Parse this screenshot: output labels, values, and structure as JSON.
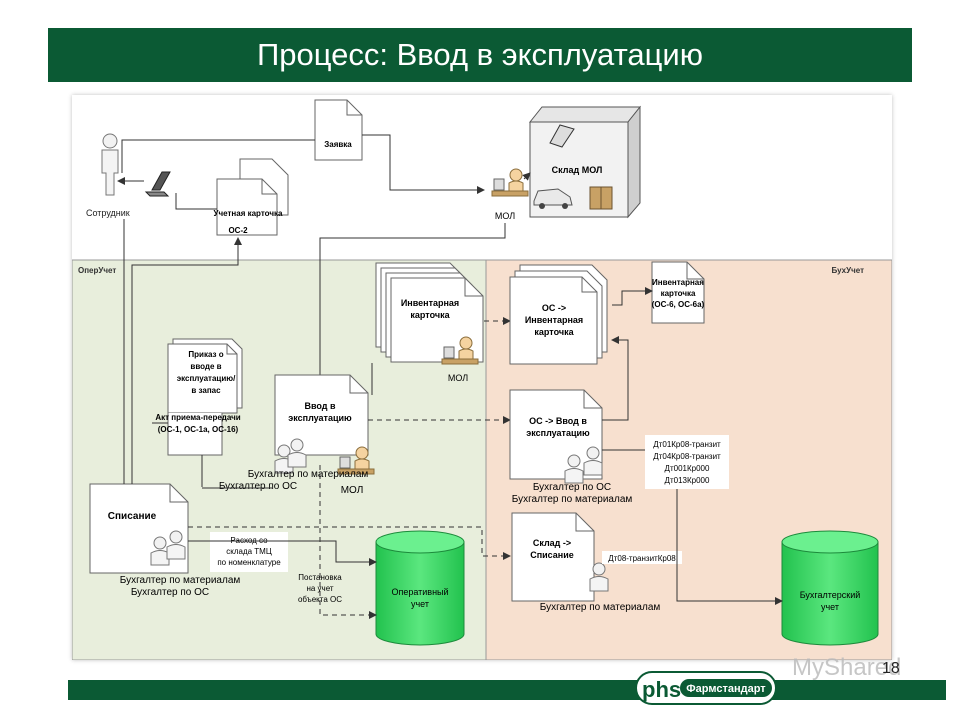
{
  "title": "Процесс: Ввод в эксплуатацию",
  "page_number": "18",
  "watermark": "MyShared",
  "logo_text": "Фармстандарт",
  "logo_mark": "phs",
  "colors": {
    "brand_green": "#0b5a34",
    "oper_zone": "#e8eedc",
    "buh_zone": "#f7e0cf",
    "db_green": "#2fd35c"
  },
  "zones": {
    "oper": "ОперУчет",
    "buh": "БухУчет"
  },
  "top": {
    "employee": "Сотрудник",
    "request": "Заявка",
    "account_card": "Учетная карточка",
    "os2": "ОС-2",
    "warehouse": "Склад МОЛ",
    "mol": "МОЛ"
  },
  "oper": {
    "inventory_card": [
      "Инвентарная",
      "карточка"
    ],
    "mol_inv": "МОЛ",
    "order": [
      "Приказ о",
      "вводе в",
      "эксплуатацию/",
      "в запас"
    ],
    "act": [
      "Акт приема-передачи",
      "(ОС-1, ОС-1а, ОС-16)"
    ],
    "commissioning": [
      "Ввод в",
      "эксплуатацию"
    ],
    "comm_roles": [
      "Бухгалтер по материалам",
      "Бухгалтер по ОС"
    ],
    "comm_mol": "МОЛ",
    "writeoff": "Списание",
    "writeoff_roles": [
      "Бухгалтер по материалам",
      "Бухгалтер по ОС"
    ],
    "expense_note": [
      "Расход со",
      "склада ТМЦ",
      "по номенклатуре"
    ],
    "register_note": [
      "Постановка",
      "на учет",
      "объекта ОС"
    ],
    "db": [
      "Оперативный",
      "учет"
    ]
  },
  "buh": {
    "inv_card_forms": [
      "Инвентарная",
      "карточка",
      "(ОС-6, ОС-6а)"
    ],
    "os_inventory": [
      "ОС ->",
      "Инвентарная",
      "карточка"
    ],
    "os_commissioning": [
      "ОС -> Ввод в",
      "эксплуатацию"
    ],
    "os_roles": [
      "Бухгалтер по ОС",
      "Бухгалтер по материалам"
    ],
    "postings": [
      "Дт01Кр08-транзит",
      "Дт04Кр08-транзит",
      "Дт001Кр000",
      "Дт013Кр000"
    ],
    "warehouse_writeoff": [
      "Склад ->",
      "Списание"
    ],
    "writeoff_posting": "Дт08-транзитКр08",
    "writeoff_role": "Бухгалтер по материалам",
    "db": [
      "Бухгалтерский",
      "учет"
    ]
  }
}
